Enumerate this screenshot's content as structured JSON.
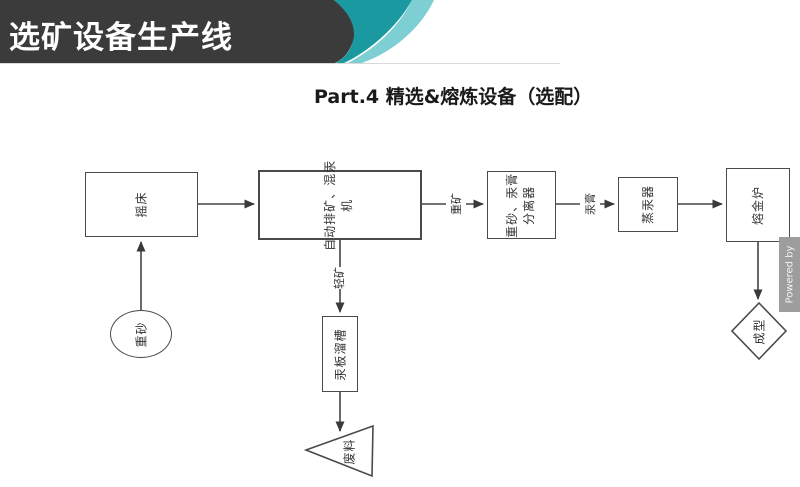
{
  "banner": {
    "title": "选矿设备生产线",
    "bg_color": "#3b3b3b",
    "teal_dark": "#1a9aa0",
    "teal_light": "#7ecfd3"
  },
  "subtitle": "Part.4  精选&熔炼设备（选配）",
  "flow": {
    "nodes": {
      "heavy_sand": {
        "label": "重砂",
        "shape": "ellipse"
      },
      "shaking_table": {
        "label": "摇床",
        "shape": "rect"
      },
      "amalgamator": {
        "line1": "自动排矿、混汞",
        "line2": "机",
        "shape": "rect"
      },
      "separator": {
        "line1": "重砂、汞膏",
        "line2": "分离器",
        "shape": "rect"
      },
      "mercury_retort": {
        "label": "蒸汞器",
        "shape": "rect"
      },
      "gold_furnace": {
        "label": "熔金炉",
        "shape": "rect"
      },
      "molding": {
        "label": "成型",
        "shape": "diamond"
      },
      "mercury_plate_sluice": {
        "label": "汞板溜槽",
        "shape": "rect"
      },
      "waste": {
        "label": "废料",
        "shape": "triangle"
      }
    },
    "edge_labels": {
      "heavy_ore": "重矿",
      "mercury_paste": "汞膏",
      "light_ore": "轻矿"
    },
    "stroke_color": "#454545"
  },
  "watermark": "Powered by"
}
